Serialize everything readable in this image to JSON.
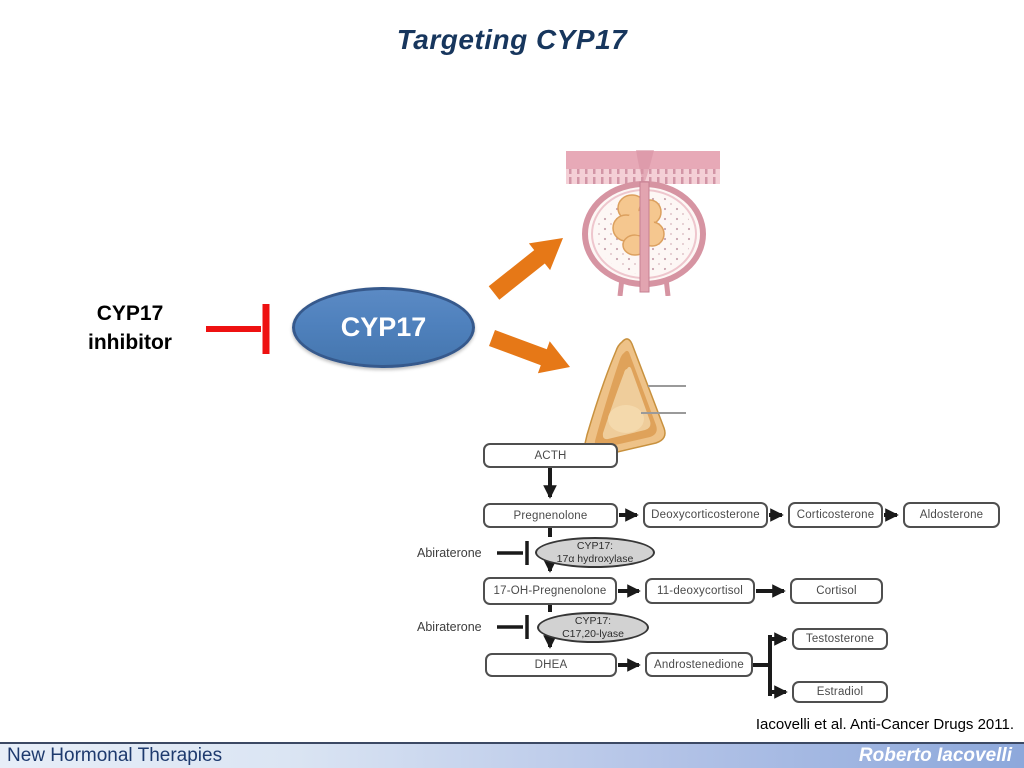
{
  "slide": {
    "title": "Targeting CYP17",
    "citation": "Iacovelli et al. Anti-Cancer Drugs 2011.",
    "footer": {
      "left_title": "New Hormonal Therapies",
      "right_author": "Roberto Iacovelli"
    }
  },
  "inhibitor_diagram": {
    "label_line1": "CYP17",
    "label_line2": "inhibitor",
    "target_label": "CYP17"
  },
  "pathway": {
    "acth": "ACTH",
    "pregnenolone": "Pregnenolone",
    "deoxycorticosterone": "Deoxycorticosterone",
    "corticosterone": "Corticosterone",
    "aldosterone": "Aldosterone",
    "enzyme1_line1": "CYP17:",
    "enzyme1_line2": "17α hydroxylase",
    "abiraterone_upper": "Abiraterone",
    "oh_pregnenolone": "17-OH-Pregnenolone",
    "deoxycortisol": "11-deoxycortisol",
    "cortisol": "Cortisol",
    "enzyme2_line1": "CYP17:",
    "enzyme2_line2": "C17,20-lyase",
    "abiraterone_lower": "Abiraterone",
    "dhea": "DHEA",
    "androstenedione": "Androstenedione",
    "testosterone": "Testosterone",
    "estradiol": "Estradiol"
  },
  "images": {
    "prostate": "prostate-anatomy-illustration",
    "adrenal": "adrenal-gland-illustration"
  },
  "colors": {
    "title_navy": "#17365d",
    "ellipse_blue": "#4f81bd",
    "ellipse_blue_border": "#36598c",
    "inhibit_red": "#ee1111",
    "arrow_orange": "#e67817",
    "pathway_stroke": "#1a1a1a",
    "enzyme_fill": "#d2d2d2",
    "footer_left_bg": "#e7eef8",
    "footer_right_bg": "#8da8db",
    "footer_text_navy": "#1e3a6e"
  }
}
